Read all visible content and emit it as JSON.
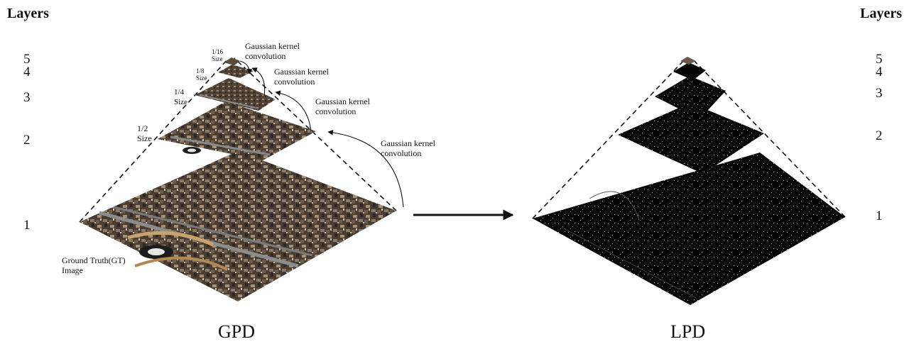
{
  "headers": {
    "left": "Layers",
    "right": "Layers"
  },
  "levels": [
    "1",
    "2",
    "3",
    "4",
    "5"
  ],
  "sizes": {
    "half": "1/2\nSize",
    "quarter": "1/4\nSize",
    "eighth": "1/8\nSize",
    "sixteenth": "1/16\nSize"
  },
  "annotations": {
    "gaussian": "Gaussian kernel\nconvolution",
    "gt_image": "Ground Truth(GT)\nImage"
  },
  "titles": {
    "left": "GPD",
    "right": "LPD"
  }
}
